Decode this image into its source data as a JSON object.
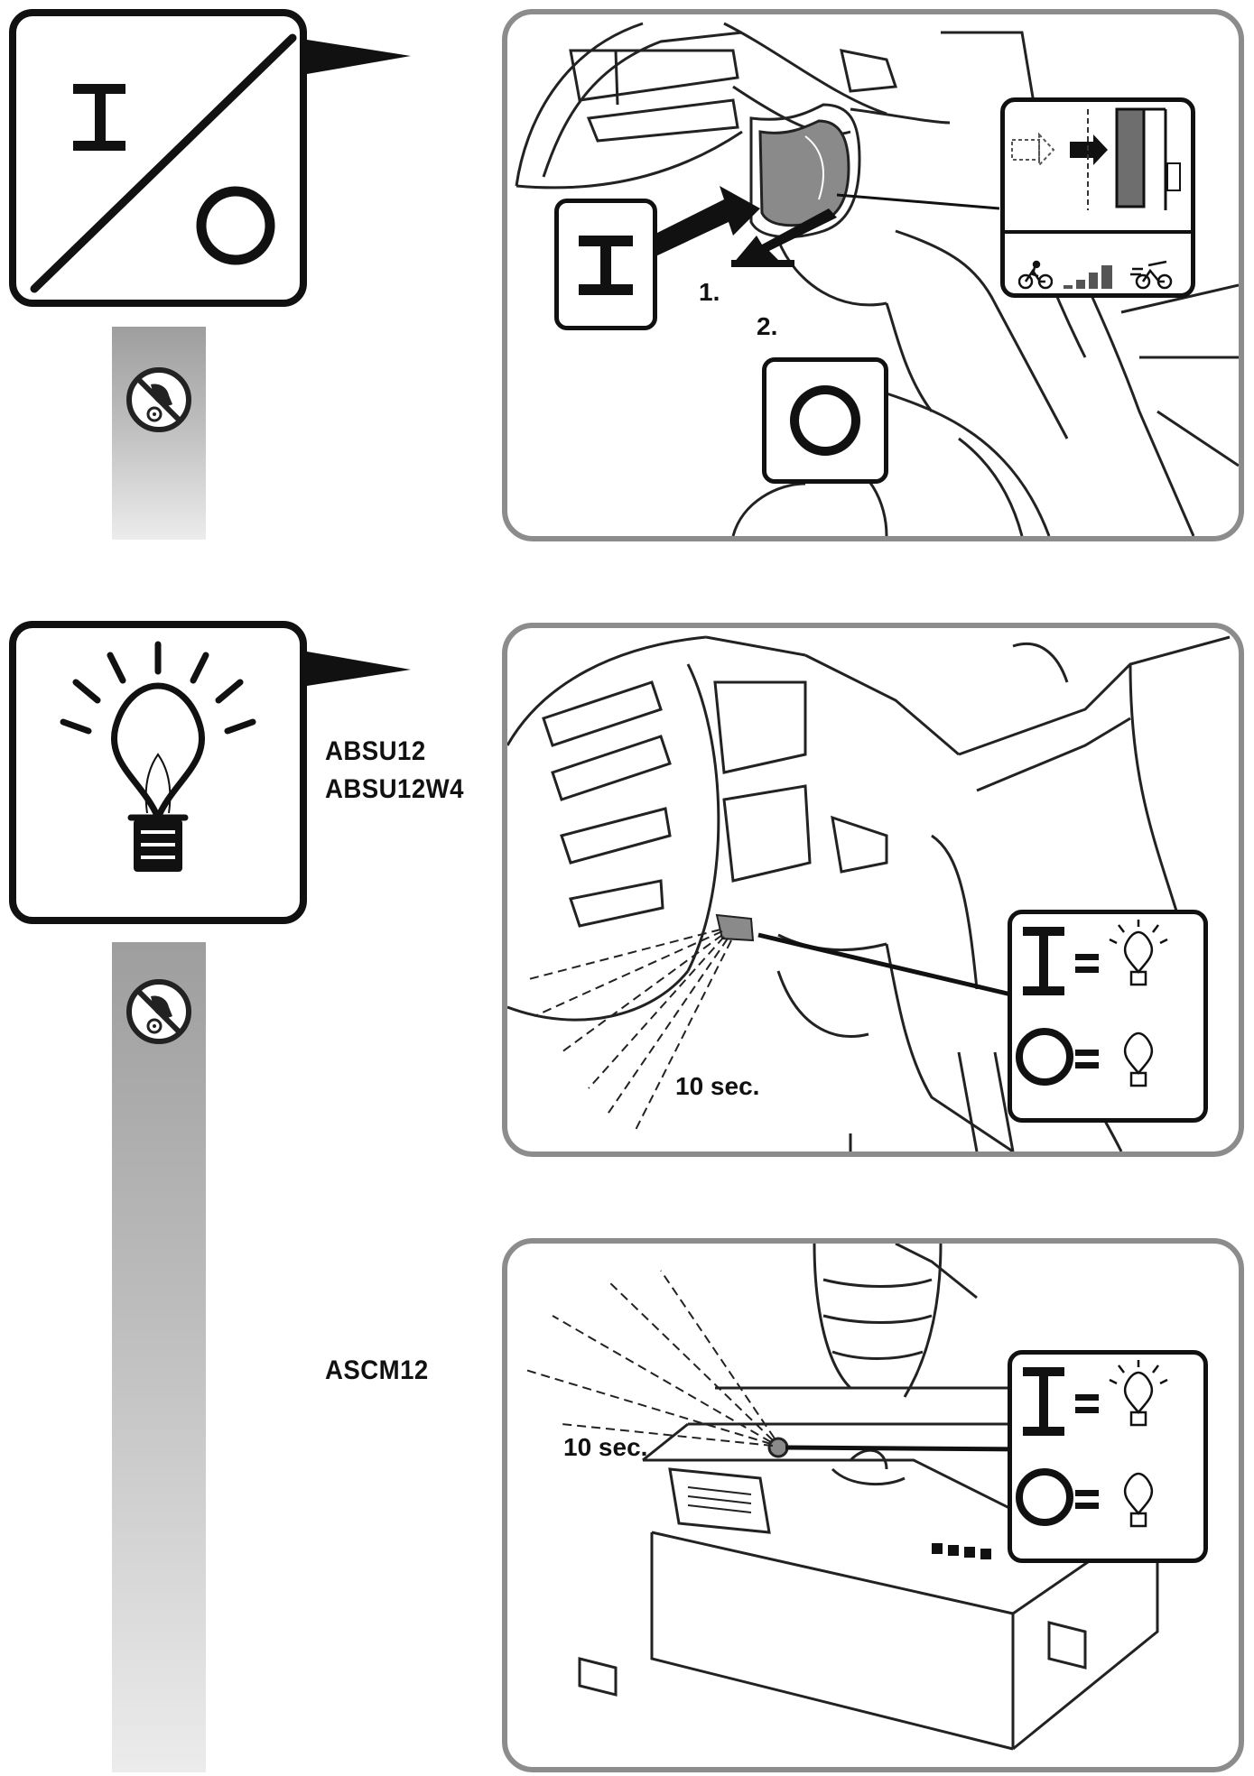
{
  "section1": {
    "icon": "on-off-icon",
    "strip_icon": "no-glove-sensitive-icon",
    "panel": {
      "symbol_on": "on-symbol",
      "symbol_off": "off-symbol",
      "step1": "1.",
      "step2": "2.",
      "inset_icons": [
        "slow-speed-icon",
        "speed-increase-bars-icon",
        "fast-speed-icon"
      ]
    }
  },
  "section2": {
    "icon": "light-bulb-icon",
    "strip_icon": "no-glove-sensitive-icon",
    "models_a": [
      "ABSU12",
      "ABSU12W4"
    ],
    "models_b": [
      "ASCM12"
    ],
    "panel_a": {
      "duration": "10 sec."
    },
    "panel_b": {
      "duration": "10 sec."
    }
  },
  "colors": {
    "frame": "#111111",
    "panel_border": "#8c8c8c",
    "trigger": "#8a8a8a"
  }
}
